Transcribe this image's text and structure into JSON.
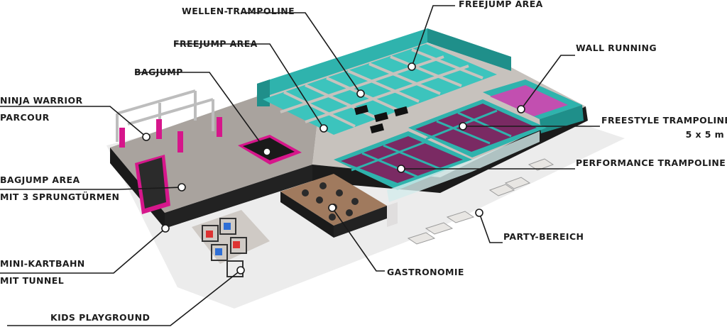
{
  "labels": {
    "wellen_trampoline": "WELLEN-TRAMPOLINE",
    "freejump_area_top": "FREEJUMP AREA",
    "freejump_area": "FREEJUMP AREA",
    "bagjump": "BAGJUMP",
    "wall_running": "WALL RUNNING",
    "ninja_warrior_1": "NINJA WARRIOR",
    "ninja_warrior_2": "PARCOUR",
    "freestyle_trampoline_1": "FREESTYLE TRAMPOLINE",
    "freestyle_trampoline_2": "5 x 5 m",
    "bagjump_area_1": "BAGJUMP AREA",
    "bagjump_area_2": "MIT 3 SPRUNGTÜRMEN",
    "performance_trampoline": "PERFORMANCE TRAMPOLINE",
    "party_bereich": "PARTY-BEREICH",
    "mini_kartbahn_1": "MINI-KARTBAHN",
    "mini_kartbahn_2": "MIT TUNNEL",
    "gastronomie": "GASTRONOMIE",
    "kids_playground": "KIDS PLAYGROUND"
  },
  "colors": {
    "teal": "#2fb3ad",
    "teal_dark": "#1f8f8a",
    "magenta": "#d6168b",
    "purple_mat": "#7a2a63",
    "floor_grey": "#c7c2bd",
    "wall_black": "#1a1a1a"
  }
}
